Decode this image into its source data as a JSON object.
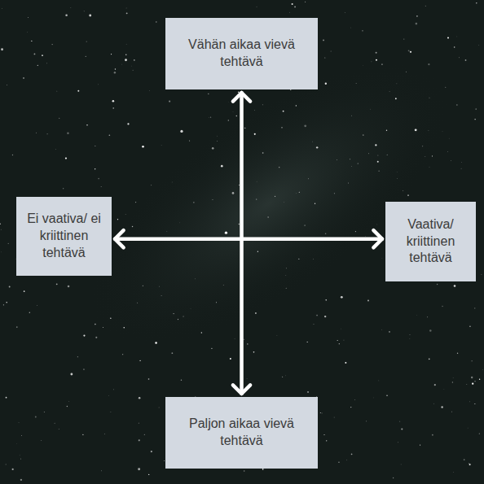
{
  "diagram": {
    "nodes": [
      {
        "text": [
          "Vähän aikaa vievä tehtävä"
        ]
      },
      {
        "text": [
          "Ei vaativa/ ei kriittinen tehtävä"
        ]
      },
      {
        "text": [
          "Vaativa/ kriittinen tehtävä"
        ]
      },
      {
        "text": [
          "Paljon aikaa vievä tehtävä"
        ]
      }
    ],
    "edges": [
      {
        "from": 0,
        "to": 3,
        "arrow": "both"
      },
      {
        "from": 1,
        "to": 2,
        "arrow": "both"
      }
    ]
  }
}
